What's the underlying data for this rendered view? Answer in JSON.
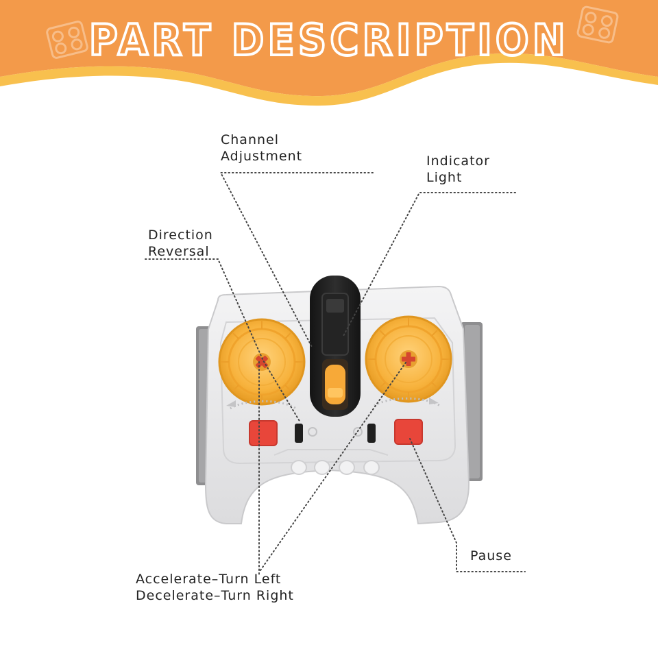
{
  "header": {
    "title": "PART DESCRIPTION",
    "banner_color": "#F39A4A",
    "wave_color": "#F8C04E"
  },
  "callouts": {
    "channel_adjustment": [
      "Channel",
      "Adjustment"
    ],
    "indicator_light": [
      "Indicator",
      "Light"
    ],
    "direction_reversal": [
      "Direction",
      "Reversal"
    ],
    "accelerate_decelerate": [
      "Accelerate–Turn Left",
      "Decelerate–Turn Right"
    ],
    "pause": "Pause"
  },
  "colors": {
    "body": "#E9E9EA",
    "wheel": "#F7B23C",
    "button": "#E8463A",
    "cross": "#D5462E"
  }
}
